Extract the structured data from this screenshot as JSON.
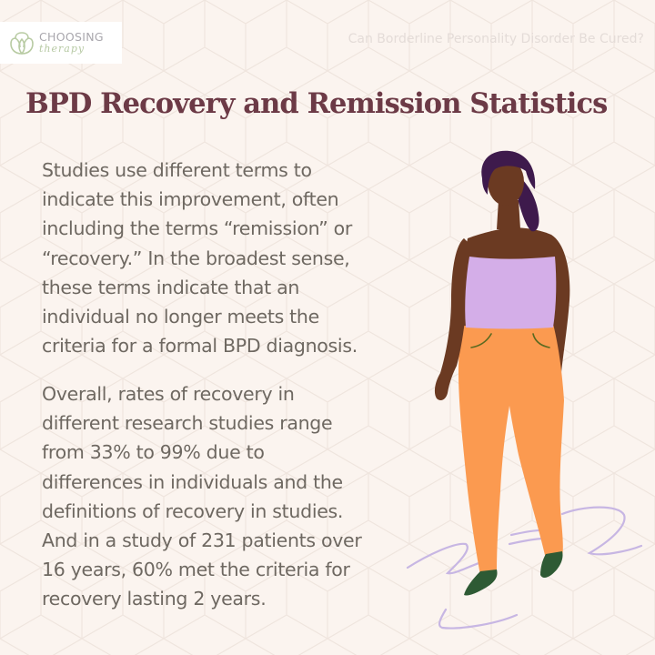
{
  "brand": {
    "logo_top": "CHOOSING",
    "logo_bottom": "therapy",
    "logo_icon": "lotus-leaf-icon"
  },
  "header": {
    "article_title": "Can Borderline Personality Disorder Be Cured?"
  },
  "main": {
    "heading": "BPD Recovery and Remission Statistics",
    "paragraphs": [
      "Studies use different terms to\nindicate this improvement, often\nincluding the terms “remission” or\n“recovery.” In the broadest sense,\nthese terms indicate that an\nindividual no longer meets the\ncriteria for a formal BPD diagnosis.",
      "Overall, rates of recovery in\ndifferent research studies range\nfrom 33% to 99% due to\ndifferences in individuals and the\ndefinitions of recovery in studies.\nAnd in a study of 231 patients over\n16 years, 60% met the criteria for\nrecovery lasting 2 years."
    ]
  },
  "illustration": {
    "subject": "woman-walking-illustration",
    "colors": {
      "skin": "#6b3a22",
      "hair": "#3e1a4c",
      "top": "#d4aee8",
      "pants": "#fb9a50",
      "shoes": "#2e5a34",
      "pocket_lines": "#5a6a20",
      "motion_lines": "#c7b6e3"
    }
  },
  "colors": {
    "background": "#fbf4ef",
    "heading": "#6c3a46",
    "body_text": "#6e6861",
    "pattern": "#efe5de"
  }
}
